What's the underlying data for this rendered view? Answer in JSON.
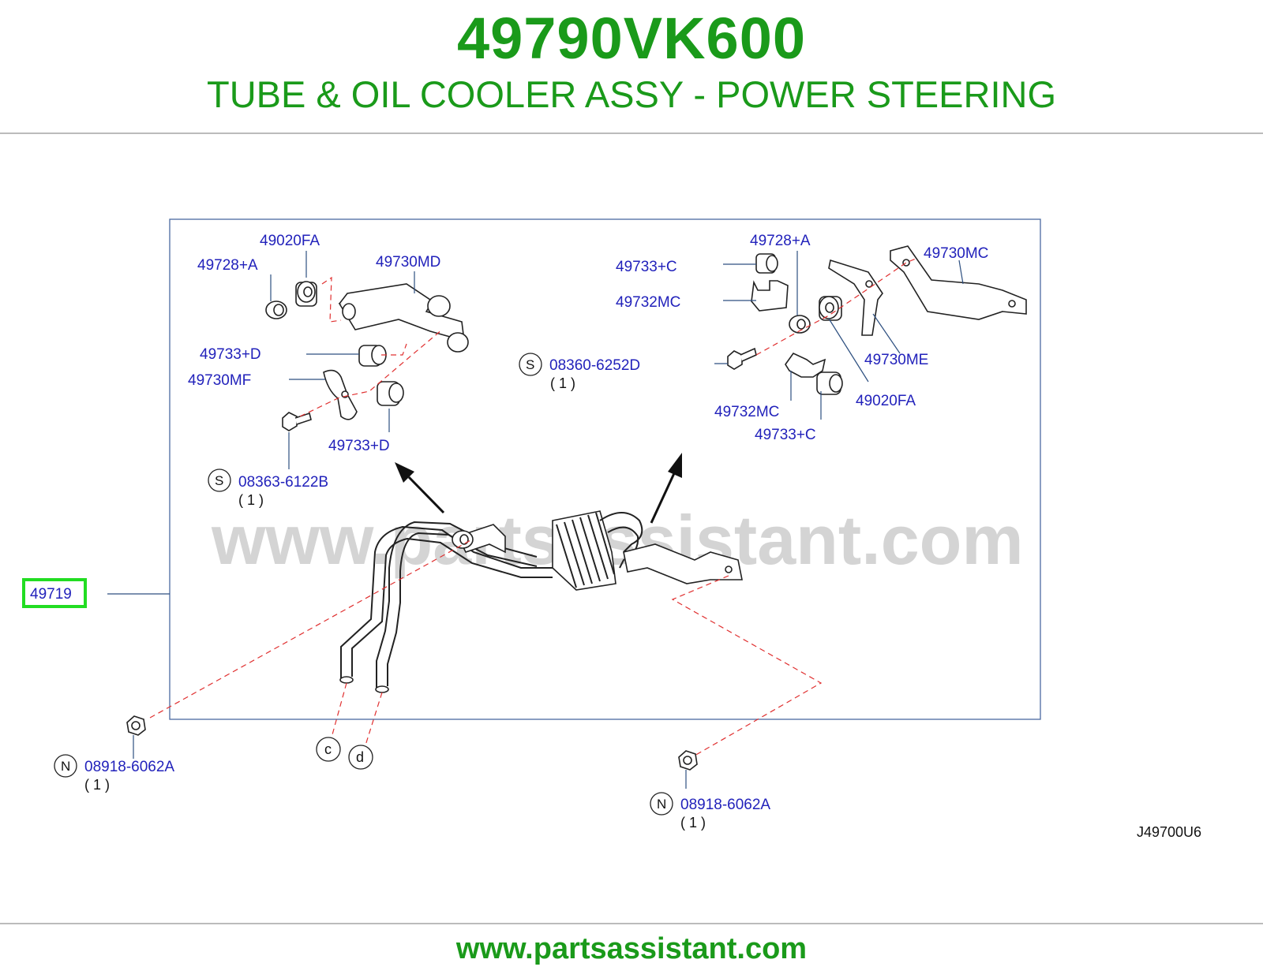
{
  "header": {
    "part_number": "49790VK600",
    "description": "TUBE & OIL COOLER ASSY - POWER STEERING"
  },
  "diagram": {
    "watermark": "www.partsassistant.com",
    "drawing_code": "J49700U6",
    "main_part_label": "49719",
    "highlight_color": "#22dd22",
    "labels": {
      "l_49020fa": "49020FA",
      "l_49728a": "49728+A",
      "l_49730md": "49730MD",
      "l_49733d_top": "49733+D",
      "l_49730mf": "49730MF",
      "l_49733d_bot": "49733+D",
      "l_08363": "08363-6122B",
      "l_08360": "08360-6252D",
      "r_49728a": "49728+A",
      "r_49733c_top": "49733+C",
      "r_49730mc": "49730MC",
      "r_49732mc_top": "49732MC",
      "r_49730me": "49730ME",
      "r_49020fa": "49020FA",
      "r_49732mc_bot": "49732MC",
      "r_49733c_bot": "49733+C",
      "n_08918_left": "08918-6062A",
      "n_08918_right": "08918-6062A"
    },
    "quantities": {
      "q_08363": "( 1 )",
      "q_08360": "( 1 )",
      "q_n_left": "( 1 )",
      "q_n_right": "( 1 )"
    },
    "symbols": {
      "s_08363": "S",
      "s_08360": "S",
      "n_left": "N",
      "n_right": "N",
      "ref_c": "c",
      "ref_d": "d"
    }
  },
  "footer": {
    "url": "www.partsassistant.com"
  }
}
